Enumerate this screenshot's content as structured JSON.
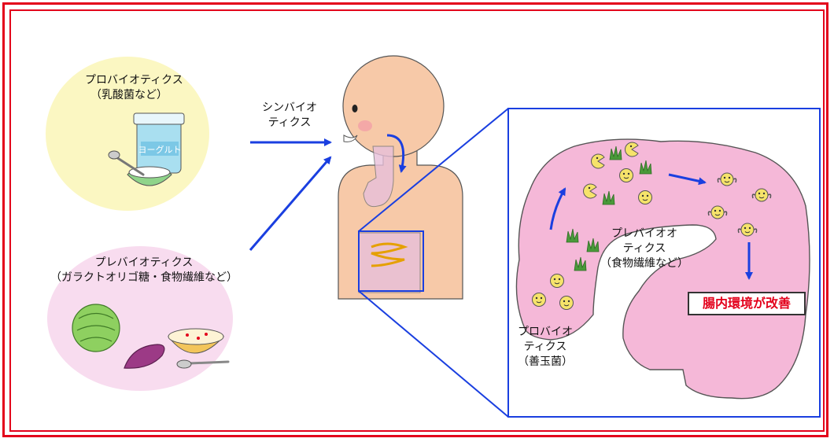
{
  "probiotics_food": {
    "title": "プロバイオティクス",
    "subtitle": "（乳酸菌など）",
    "yogurt_label": "ヨーグルト"
  },
  "prebiotics_food": {
    "title": "プレバイオティクス",
    "subtitle": "（ガラクトオリゴ糖・食物繊維など）"
  },
  "synbiotics": {
    "line1": "シンバイオ",
    "line2": "ティクス"
  },
  "intestine_prebiotics": {
    "line1": "プレバイオオ",
    "line2": "ティクス",
    "line3": "（食物繊維など）"
  },
  "intestine_probiotics": {
    "line1": "プロバイオ",
    "line2": "ティクス",
    "line3": "（善玉菌）"
  },
  "result": "腸内環境が改善",
  "colors": {
    "frame": "#e3001b",
    "arrow": "#1a3fe0",
    "skin": "#f7c9a8",
    "intestine": "#f5b8d8",
    "yellow_circle": "#fbf7c2",
    "pink_circle": "#f8dcef",
    "bacteria": "#f6e36a",
    "result_text": "#e3001b"
  }
}
